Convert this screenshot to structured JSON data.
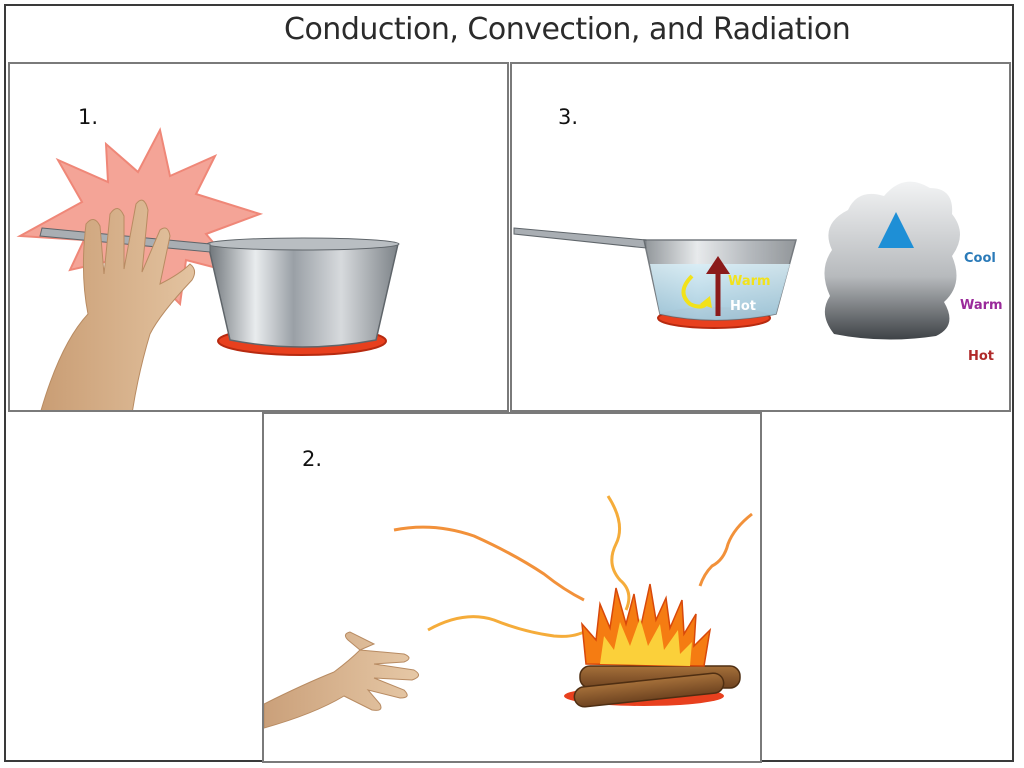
{
  "title": "Conduction, Convection, and Radiation",
  "panels": {
    "conduction": {
      "number": "1."
    },
    "radiation": {
      "number": "2."
    },
    "convection": {
      "number": "3.",
      "pot_labels": {
        "warm": "Warm",
        "hot": "Hot"
      },
      "cloud_labels": {
        "cool": "Cool",
        "warm": "Warm",
        "hot": "Hot"
      }
    }
  },
  "colors": {
    "burner": "#e8401e",
    "steel": "#9aa0a6",
    "burst": "#f08a7a",
    "skin": "#d9b48e",
    "flame": "#f57c12",
    "wood": "#8b5a2b",
    "cool": "#2a7ab8",
    "warm_cloud": "#9a2a9a",
    "hot_cloud": "#b02a2a",
    "warm_pot": "#f2e21a",
    "arrow_up": "#8b1a1a"
  }
}
